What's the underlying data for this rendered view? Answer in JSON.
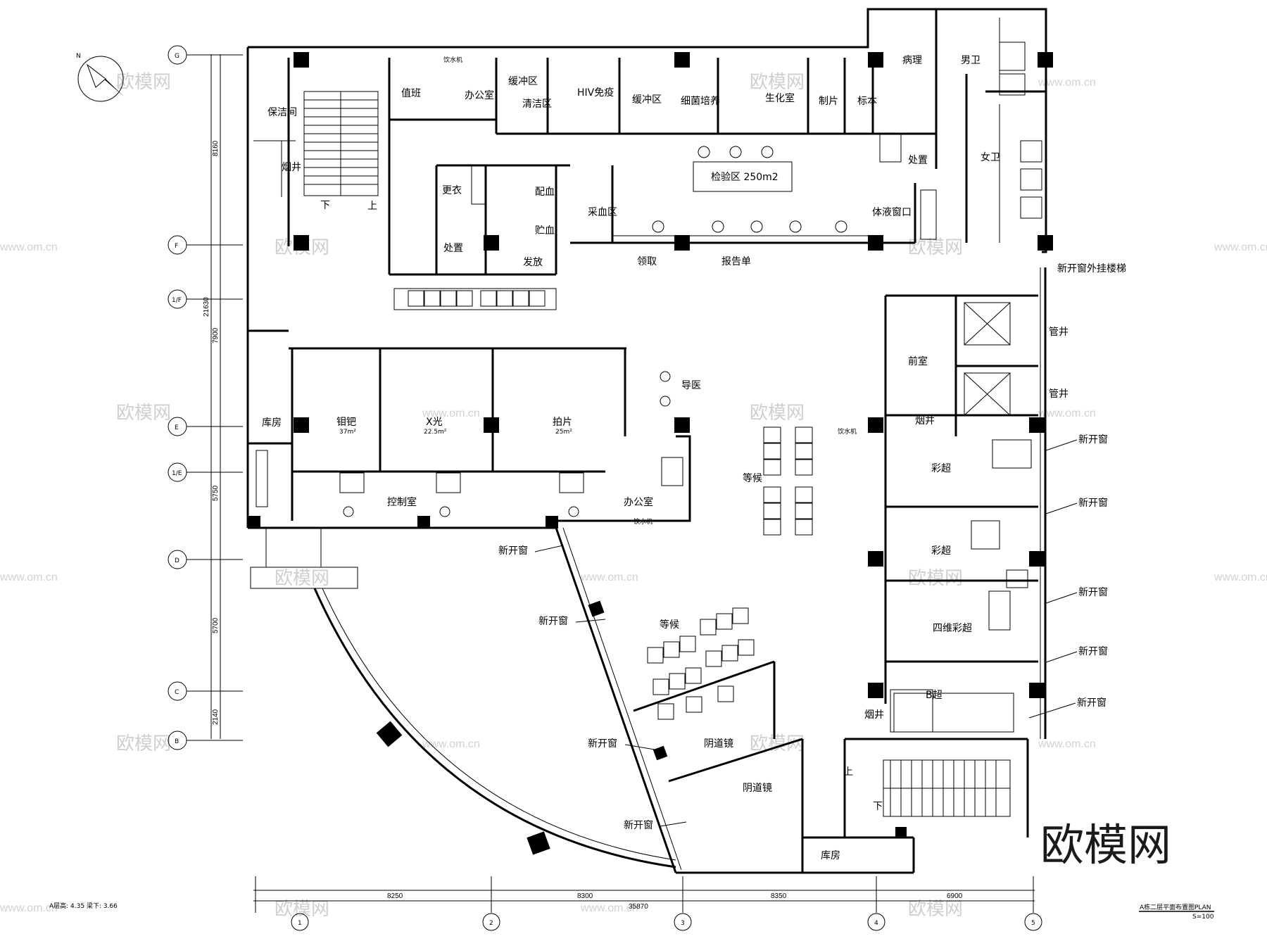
{
  "title": "A栋二层平面布置图",
  "plan_suffix": "PLAN",
  "scale": "S=100",
  "floor_note": "A层高: 4.35  梁下: 3.66",
  "north_label": "N",
  "brand": "欧模网",
  "watermark": "欧模网",
  "watermark_url": "www.om.cn",
  "rooms": {
    "cleaning": "保洁间",
    "smoke_shaft_1": "烟井",
    "duty": "值班",
    "office_1": "办公室",
    "water_dispenser": "饮水机",
    "buffer_1": "缓冲区",
    "clean_zone": "清洁区",
    "hiv": "HIV免疫",
    "buffer_2": "缓冲区",
    "bacteria": "细菌培养",
    "biochem": "生化室",
    "slide": "制片",
    "specimen": "标本",
    "pathology": "病理",
    "men_wc": "男卫",
    "women_wc": "女卫",
    "lab": "检验区 250m2",
    "disposal_1": "处置",
    "change": "更衣",
    "match_blood": "配血",
    "store_blood": "贮血",
    "collect": "采血区",
    "fluid_window": "体液窗口",
    "disposal_2": "处置",
    "issue": "发放",
    "pickup": "领取",
    "report": "报告单",
    "stair_up": "上",
    "stair_down": "下",
    "ext_stair": "新开窗外挂楼梯",
    "pipe_1": "管井",
    "pipe_2": "管井",
    "front_room": "前室",
    "smoke_shaft_2": "烟井",
    "storage_1": "库房",
    "molybdenum": "钼钯",
    "molybdenum_area": "37m²",
    "xray": "X光",
    "xray_area": "22.5m²",
    "film": "拍片",
    "film_area": "25m²",
    "control": "控制室",
    "guide": "导医",
    "office_2": "办公室",
    "waiting_1": "等候",
    "color_us_1": "彩超",
    "color_us_2": "彩超",
    "us_4d": "四维彩超",
    "b_us": "B超",
    "smoke_shaft_3": "烟井",
    "waiting_2": "等候",
    "colposcope_1": "阴道镜",
    "colposcope_2": "阴道镜",
    "storage_2": "库房",
    "new_window": "新开窗"
  },
  "axes": {
    "rows": [
      "G",
      "F",
      "1/F",
      "E",
      "1/E",
      "D",
      "C",
      "B"
    ],
    "cols": [
      "1",
      "2",
      "3",
      "4",
      "5"
    ]
  },
  "dims": {
    "bottom": [
      "8250",
      "8300",
      "8350",
      "6900"
    ],
    "bottom_total": "35870",
    "left": [
      "8160",
      "7900",
      "5750",
      "5700",
      "2140"
    ],
    "left_total": "21630"
  }
}
